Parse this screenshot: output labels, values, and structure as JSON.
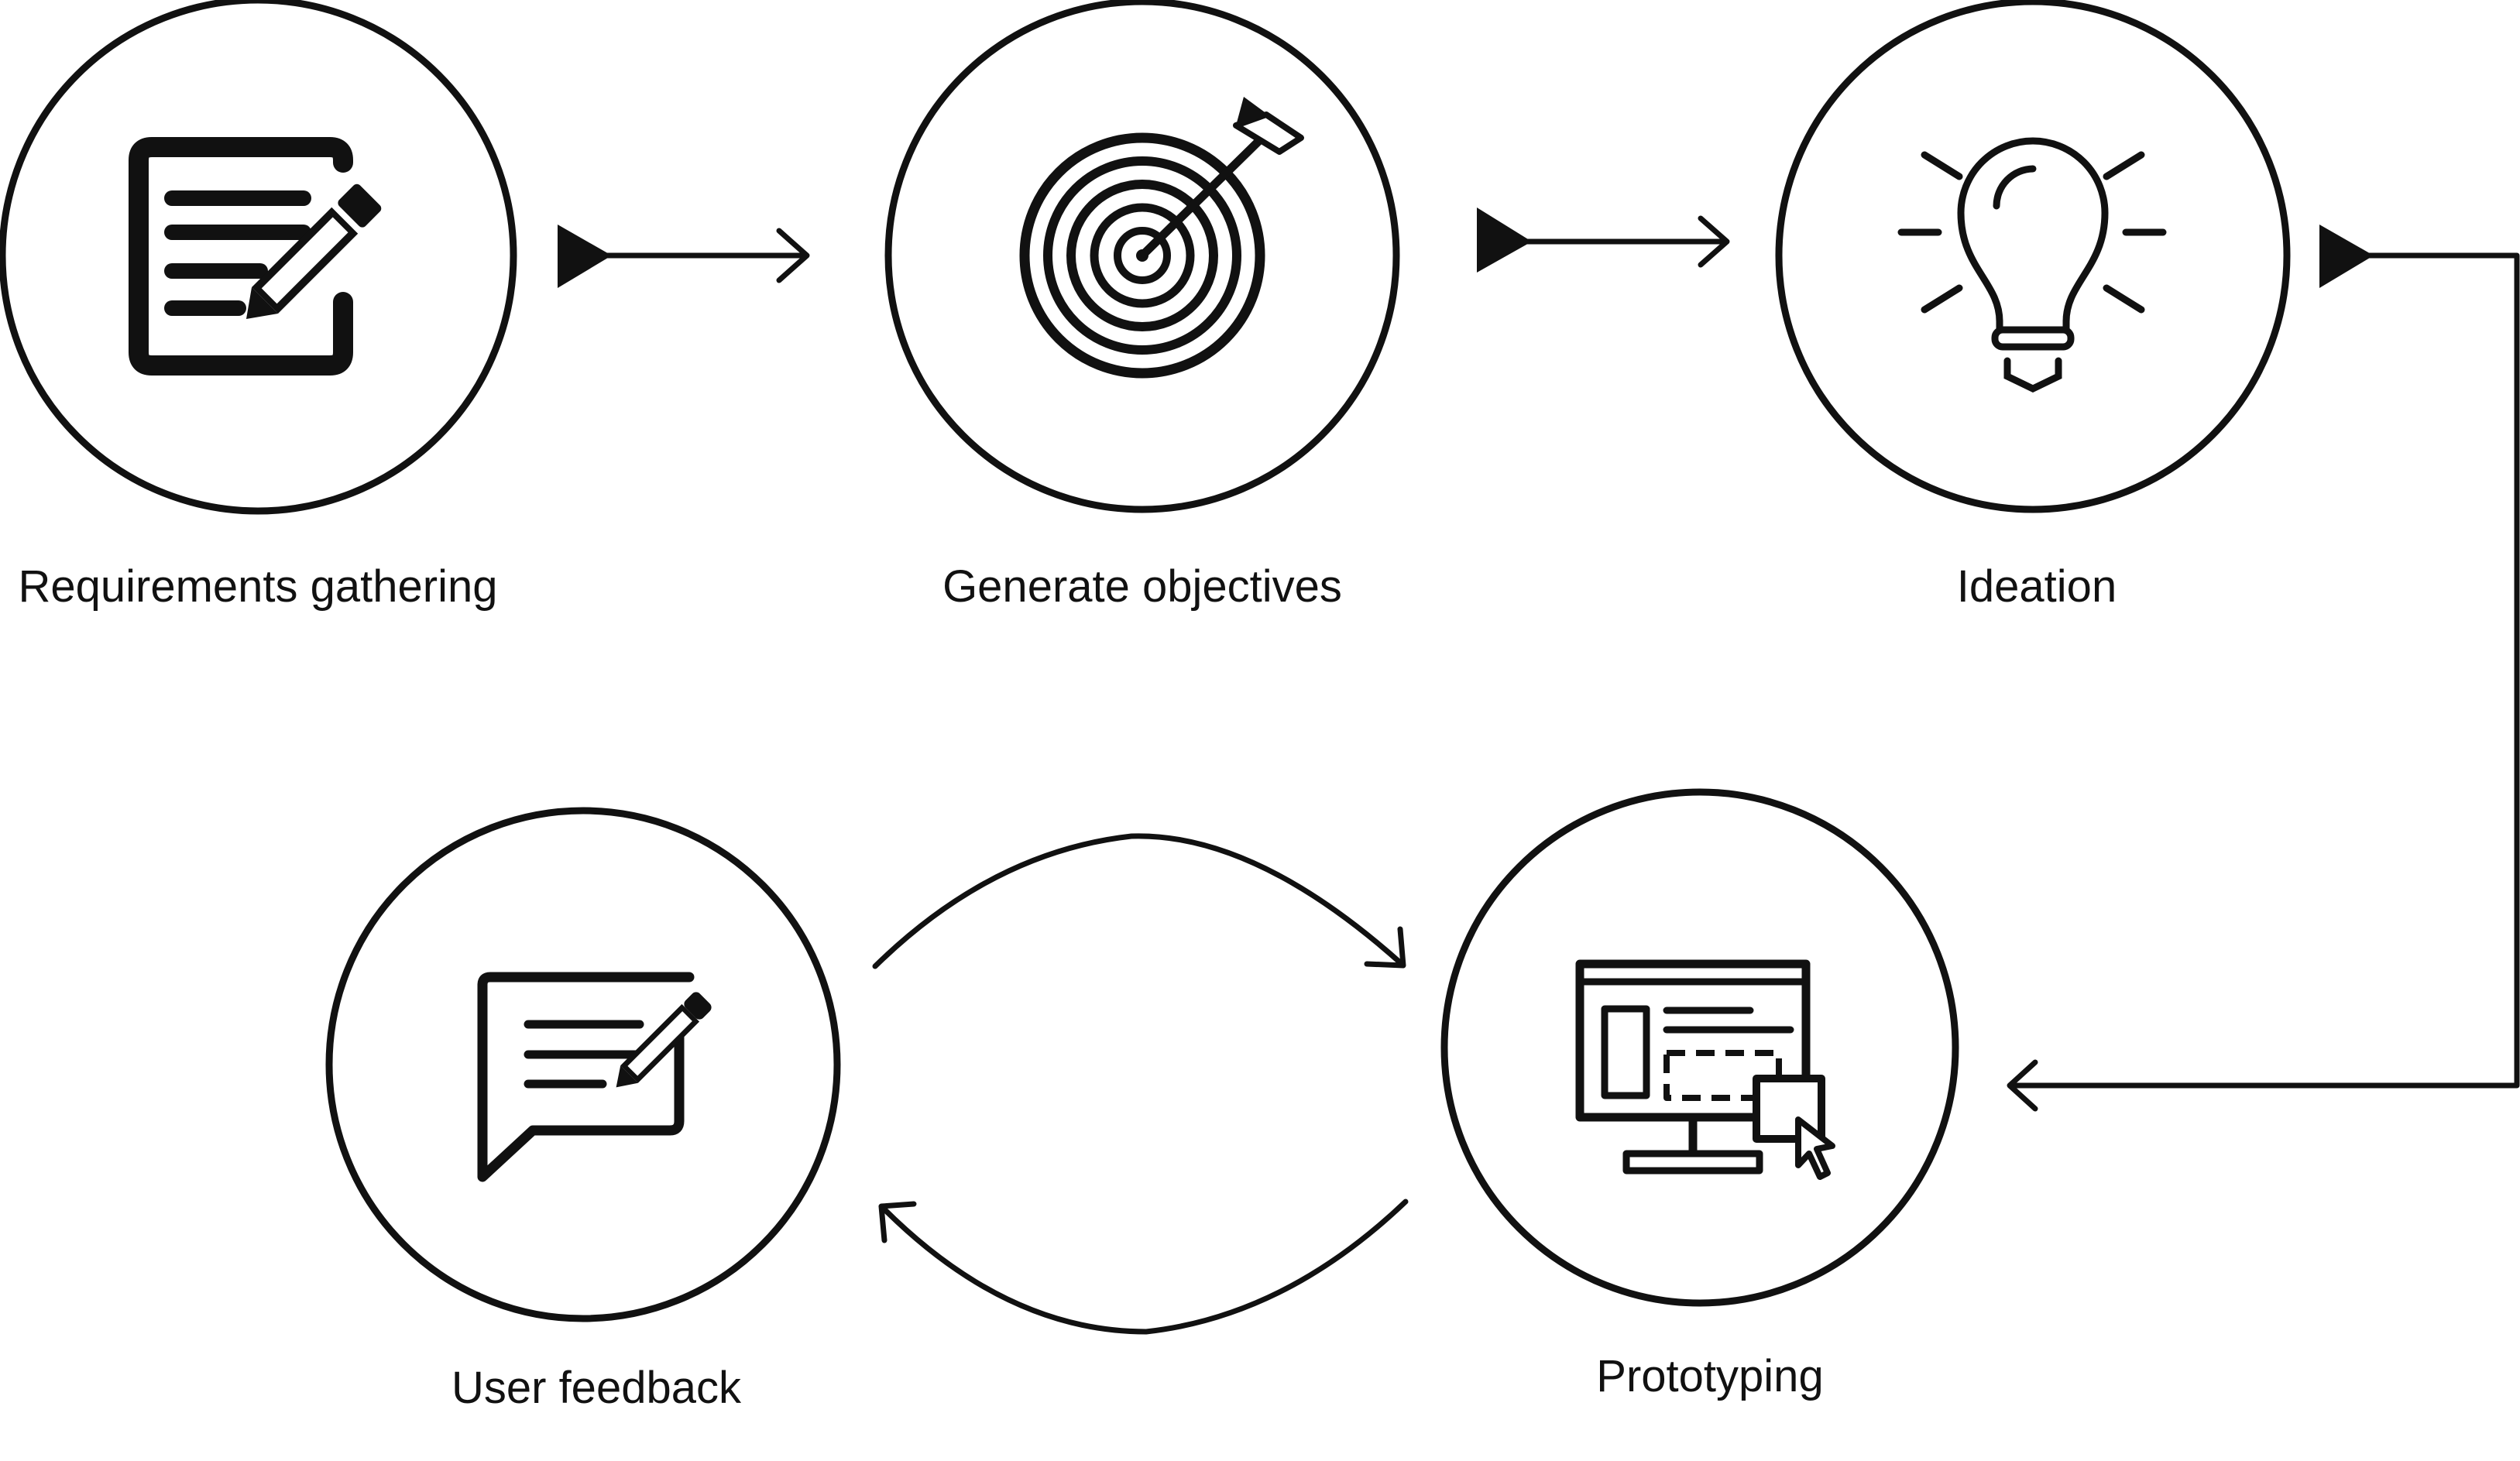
{
  "diagram": {
    "stages": [
      {
        "label": "Requirements gathering",
        "icon": "document-edit-icon"
      },
      {
        "label": "Generate objectives",
        "icon": "target-arrow-icon"
      },
      {
        "label": "Ideation",
        "icon": "lightbulb-icon"
      },
      {
        "label": "Prototyping",
        "icon": "prototype-monitor-icon"
      },
      {
        "label": "User feedback",
        "icon": "feedback-bubble-icon"
      }
    ],
    "connectors": [
      {
        "from": "Requirements gathering",
        "to": "Generate objectives"
      },
      {
        "from": "Generate objectives",
        "to": "Ideation"
      },
      {
        "from": "Ideation",
        "to": "Prototyping"
      },
      {
        "from": "User feedback",
        "to": "Prototyping"
      },
      {
        "from": "Prototyping",
        "to": "User feedback"
      }
    ],
    "colors": {
      "stroke": "#111111",
      "background": "#ffffff"
    }
  }
}
